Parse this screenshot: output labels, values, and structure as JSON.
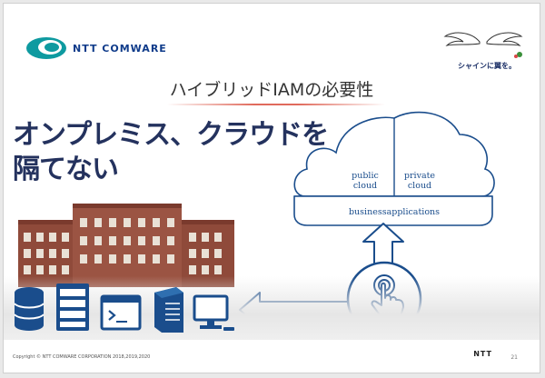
{
  "logo": {
    "brand_text": "NTT COMWARE",
    "brand_color": "#0f3b8a",
    "mark_color": "#0e9aa0"
  },
  "tagline": {
    "text": "シャインに翼を。",
    "icon": "wings-icon"
  },
  "slide_title": "ハイブリッドIAMの必要性",
  "headline": {
    "line1": "オンプレミス、クラウドを",
    "line2": "隔てない"
  },
  "cloud": {
    "public": [
      "public",
      "cloud"
    ],
    "private": [
      "private",
      "cloud"
    ],
    "bottom": "businessapplications",
    "color": "#1a4d8c"
  },
  "device_icons": [
    "database-icon",
    "server-rack-icon",
    "terminal-window-icon",
    "tower-server-icon",
    "desktop-computer-icon"
  ],
  "accent": "#1a4d8c",
  "footer": {
    "copyright": "Copyright © NTT COMWARE CORPORATION 2018,2019,2020",
    "logo_text": "NTT",
    "page_number": "21"
  }
}
